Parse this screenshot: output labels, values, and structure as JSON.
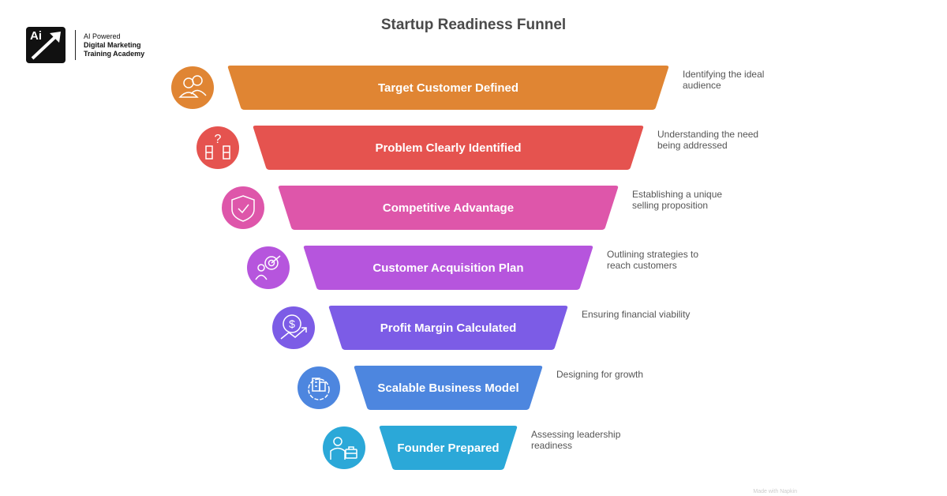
{
  "logo": {
    "mark": "Ai",
    "line1": "AI Powered",
    "line2": "Digital Marketing",
    "line3": "Training Academy"
  },
  "title": "Startup Readiness Funnel",
  "stages": [
    {
      "label": "Target Customer Defined",
      "description": "Identifying the ideal audience",
      "color": "#E08533",
      "icon": "audience-icon"
    },
    {
      "label": "Problem Clearly Identified",
      "description": "Understanding the need being addressed",
      "color": "#E5534F",
      "icon": "question-blocks-icon"
    },
    {
      "label": "Competitive Advantage",
      "description": "Establishing a unique selling proposition",
      "color": "#DE56AA",
      "icon": "shield-check-icon"
    },
    {
      "label": "Customer Acquisition Plan",
      "description": "Outlining strategies to reach customers",
      "color": "#B655DD",
      "icon": "target-person-icon"
    },
    {
      "label": "Profit Margin Calculated",
      "description": "Ensuring financial viability",
      "color": "#7C5CE6",
      "icon": "dollar-growth-icon"
    },
    {
      "label": "Scalable Business Model",
      "description": "Designing for growth",
      "color": "#4D86DF",
      "icon": "gear-building-icon"
    },
    {
      "label": "Founder Prepared",
      "description": "Assessing leadership readiness",
      "color": "#2BA8D8",
      "icon": "person-briefcase-icon"
    }
  ],
  "footer": "Made with Napkin"
}
